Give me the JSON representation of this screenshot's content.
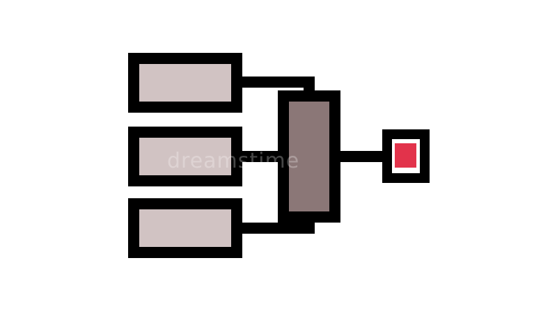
{
  "diagram": {
    "colors": {
      "background": "#ffffff",
      "outline": "#000000",
      "input_fill": "#d1c3c3",
      "merge_fill": "#8b7777",
      "output_fill": "#e2334b",
      "output_frame": "#ffffff"
    },
    "inputs": [
      {
        "id": "input-1"
      },
      {
        "id": "input-2"
      },
      {
        "id": "input-3"
      }
    ],
    "merge": {
      "id": "merge-block"
    },
    "output": {
      "id": "output-block"
    }
  },
  "watermark": {
    "text": "dreamstime"
  }
}
